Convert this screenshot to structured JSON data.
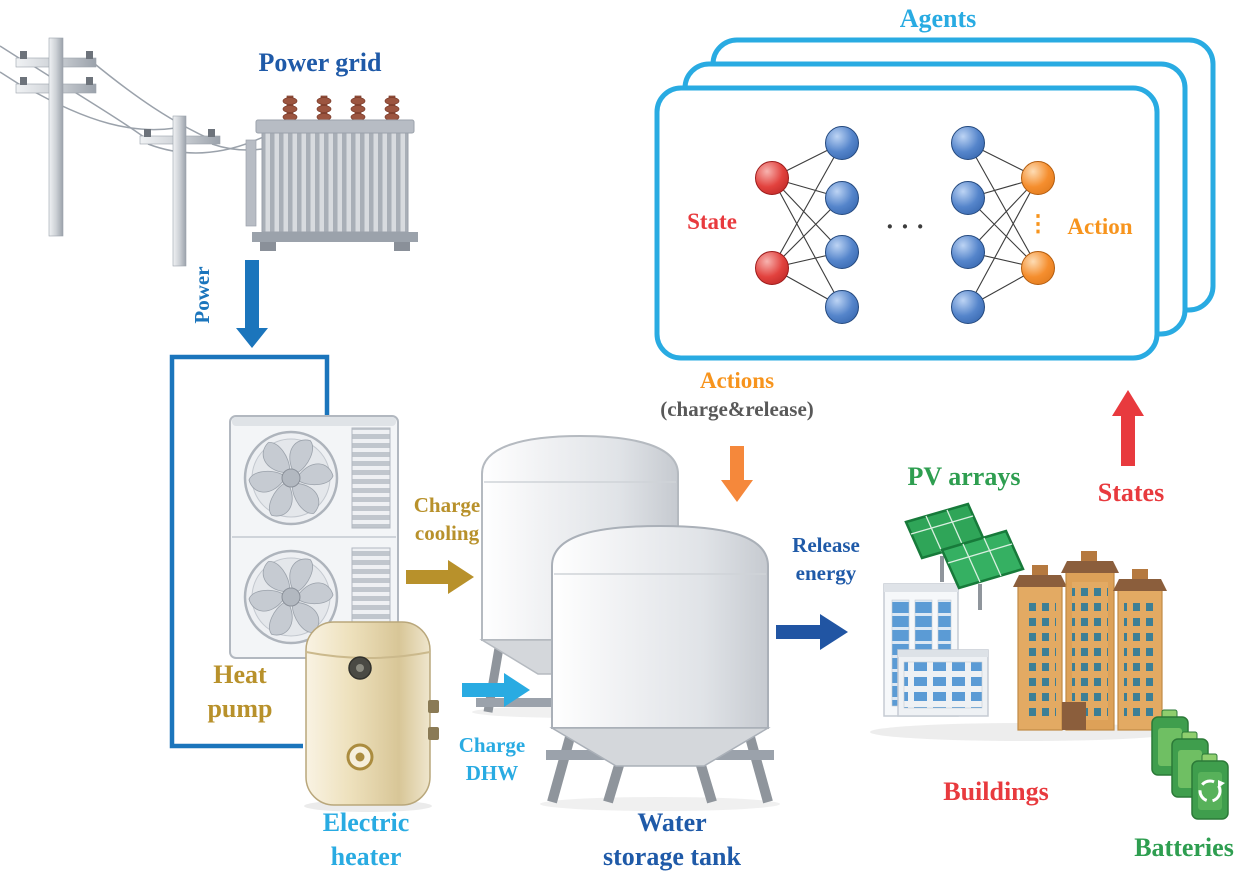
{
  "diagram": {
    "labels": {
      "power_grid": "Power grid",
      "power": "Power",
      "heat_pump": [
        "Heat",
        "pump"
      ],
      "electric_heater": [
        "Electric",
        "heater"
      ],
      "charge_cooling": [
        "Charge",
        "cooling"
      ],
      "charge_dhw": [
        "Charge",
        "DHW"
      ],
      "water_storage_tank": [
        "Water",
        "storage tank"
      ],
      "release_energy": [
        "Release",
        "energy"
      ],
      "agents": "Agents",
      "state": "State",
      "action": "Action",
      "actions": "Actions",
      "actions_detail": "(charge&release)",
      "states": "States",
      "pv_arrays": "PV arrays",
      "buildings": "Buildings",
      "batteries": "Batteries",
      "hidden_layer_dots": "· · ·",
      "action_dots": "⋮"
    },
    "agents_network": {
      "stacked_agent_boxes": 3,
      "state_input_nodes": 2,
      "hidden_layer_nodes_per_column": 4,
      "hidden_columns_shown": 2,
      "action_output_nodes": 2
    },
    "colors": {
      "agents_border": "#29ABE2",
      "power_blue": "#1B75BC",
      "label_dark_blue": "#1F5AA8",
      "gold": "#B8912B",
      "cyan": "#29ABE2",
      "orange": "#F7941D",
      "actions_arrow": "#F5883B",
      "release_arrow": "#2155A3",
      "red": "#E83A3E",
      "green": "#2E9E50",
      "gray": "#595959",
      "state_node": "#D92B2F",
      "hidden_node": "#4472C4",
      "action_node": "#F6892A"
    }
  }
}
